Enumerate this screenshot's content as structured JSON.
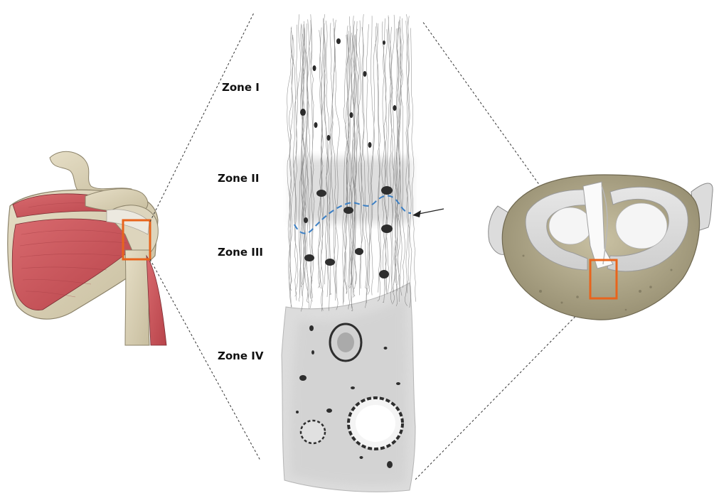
{
  "zones": [
    {
      "label": "Zone I"
    },
    {
      "label": "Zone II"
    },
    {
      "label": "Zone III"
    },
    {
      "label": "Zone IV"
    }
  ],
  "colors": {
    "highlight_box": "#e8641c",
    "tidemark_line": "#3b7fc4",
    "muscle": "#c9545a",
    "bone": "#d8cfb4",
    "meniscus": "#eeeeee",
    "bone_surface": "#a39b7e"
  },
  "panels": {
    "left": {
      "subject": "shoulder-anatomy",
      "highlight": "tendon-insertion"
    },
    "center": {
      "subject": "enthesis-histology",
      "zones": 4,
      "arrow_target": "tidemark"
    },
    "right": {
      "subject": "tibial-plateau-menisci",
      "highlight": "meniscal-root"
    }
  }
}
